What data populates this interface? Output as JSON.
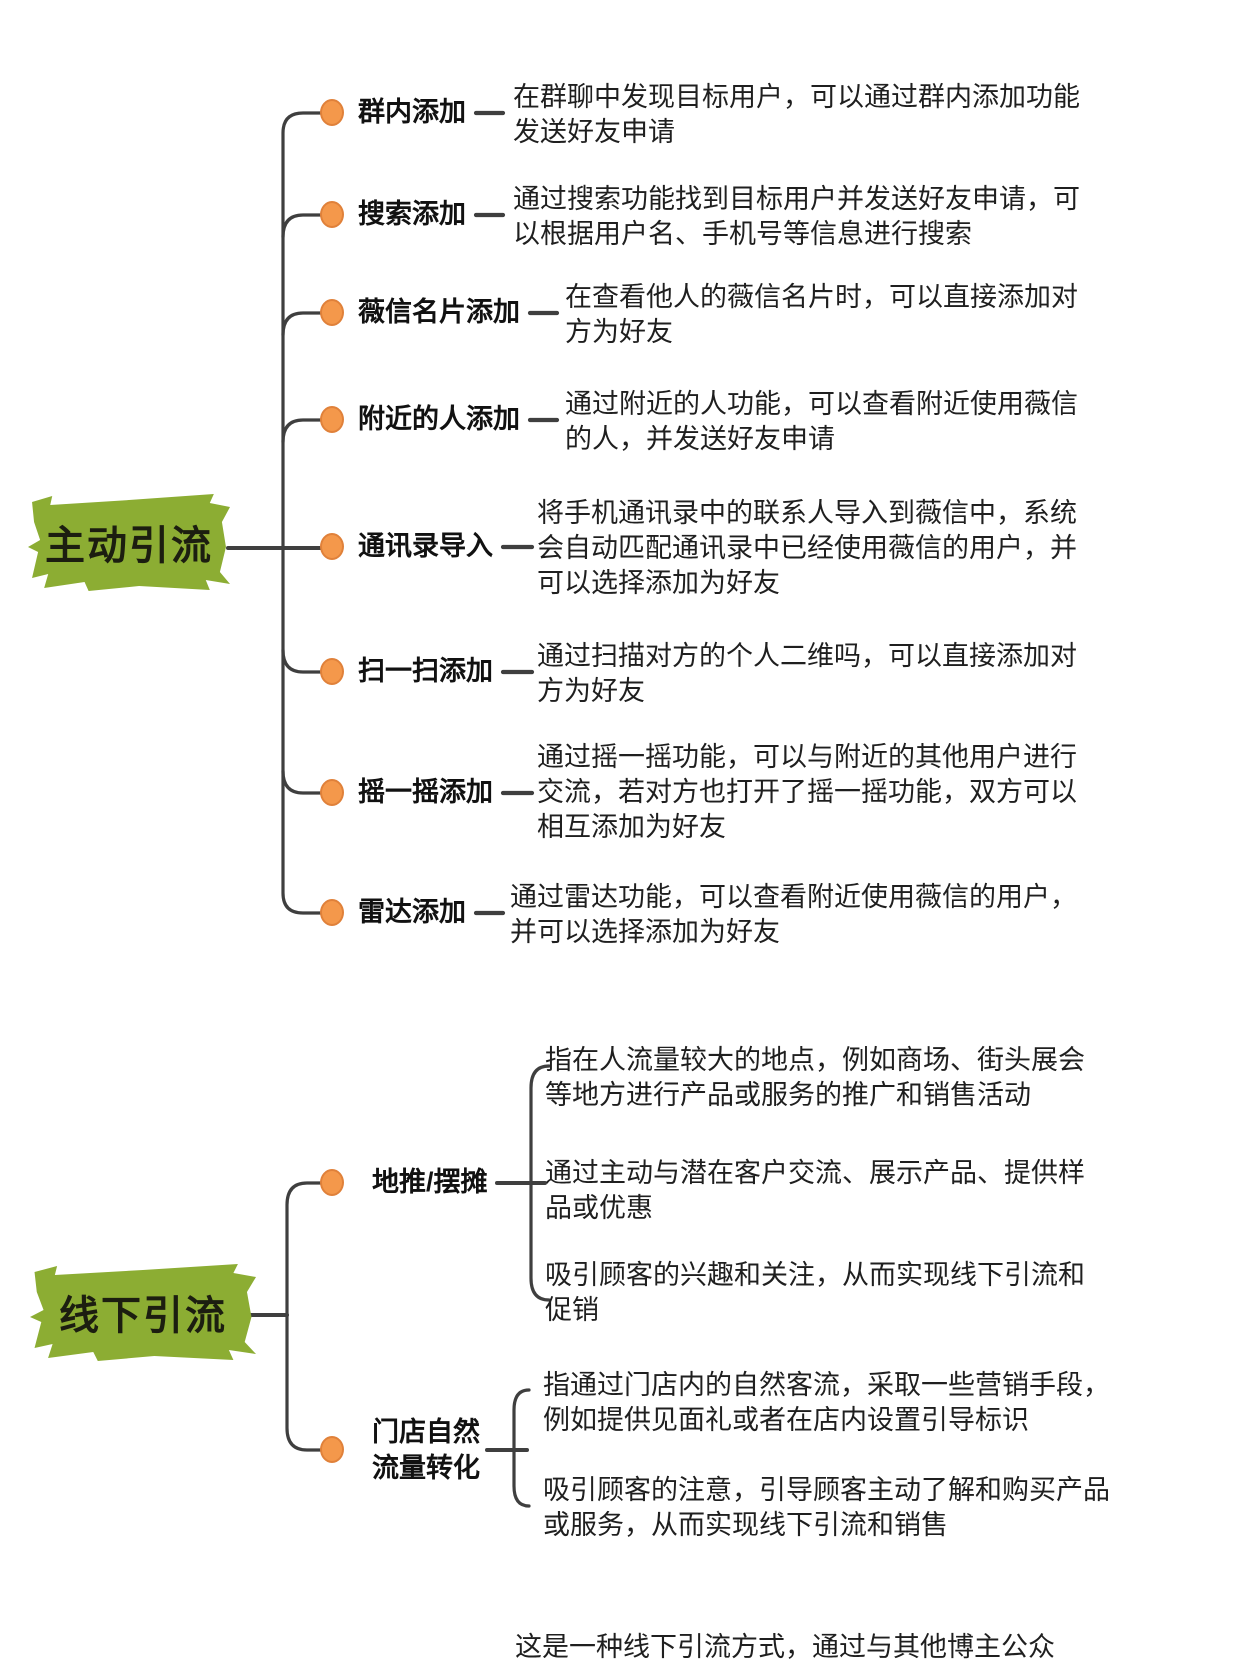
{
  "colors": {
    "node_green": "#8CAD33",
    "dot_orange": "#F4984B",
    "dot_border": "#E0813A",
    "line": "#3F3F3F",
    "text": "#1F1F1F"
  },
  "tree1": {
    "root": "主动引流",
    "branches": [
      {
        "label": "群内添加",
        "desc": [
          "在群聊中发现目标用户，可以通过群内添加功能",
          "发送好友申请"
        ]
      },
      {
        "label": "搜索添加",
        "desc": [
          "通过搜索功能找到目标用户并发送好友申请，可",
          "以根据用户名、手机号等信息进行搜索"
        ]
      },
      {
        "label": "薇信名片添加",
        "desc": [
          "在查看他人的薇信名片时，可以直接添加对",
          "方为好友"
        ]
      },
      {
        "label": "附近的人添加",
        "desc": [
          "通过附近的人功能，可以查看附近使用薇信",
          "的人，并发送好友申请"
        ]
      },
      {
        "label": "通讯录导入",
        "desc": [
          "将手机通讯录中的联系人导入到薇信中，系统",
          "会自动匹配通讯录中已经使用薇信的用户，并",
          "可以选择添加为好友"
        ]
      },
      {
        "label": "扫一扫添加",
        "desc": [
          "通过扫描对方的个人二维吗，可以直接添加对",
          "方为好友"
        ]
      },
      {
        "label": "摇一摇添加",
        "desc": [
          "通过摇一摇功能，可以与附近的其他用户进行",
          "交流，若对方也打开了摇一摇功能，双方可以",
          "相互添加为好友"
        ]
      },
      {
        "label": "雷达添加",
        "desc": [
          "通过雷达功能，可以查看附近使用薇信的用户，",
          "并可以选择添加为好友"
        ]
      }
    ]
  },
  "tree2": {
    "root": "线下引流",
    "branches": [
      {
        "label": "地推/摆摊",
        "blocks": [
          [
            "指在人流量较大的地点，例如商场、街头展会",
            "等地方进行产品或服务的推广和销售活动"
          ],
          [
            "通过主动与潜在客户交流、展示产品、提供样",
            "品或优惠"
          ],
          [
            "吸引顾客的兴趣和关注，从而实现线下引流和",
            "促销"
          ]
        ]
      },
      {
        "label_lines": [
          "门店自然",
          "流量转化"
        ],
        "blocks": [
          [
            "指通过门店内的自然客流，采取一些营销手段，",
            "例如提供见面礼或者在店内设置引导标识"
          ],
          [
            "吸引顾客的注意，引导顾客主动了解和购买产品",
            "或服务，从而实现线下引流和销售"
          ]
        ]
      }
    ],
    "partial_text": "这是一种线下引流方式，通过与其他博主公众"
  }
}
